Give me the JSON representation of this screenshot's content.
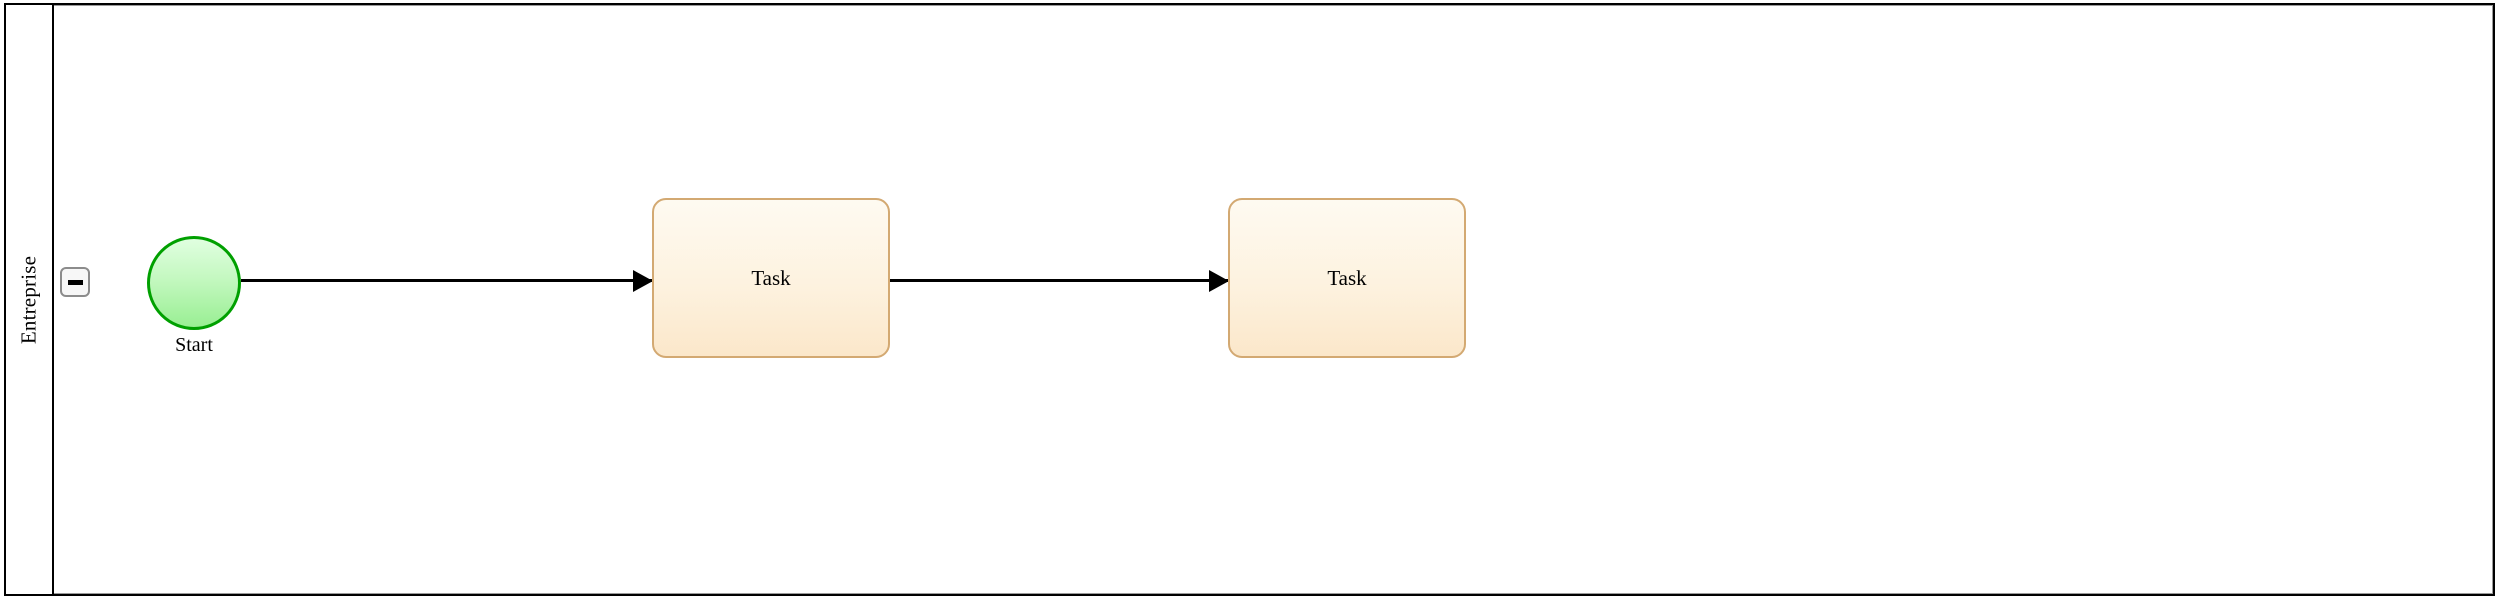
{
  "diagram": {
    "type": "bpmn-process",
    "pool": {
      "name": "Entreprise",
      "collapse_button": {
        "icon": "minus-icon",
        "state": "expanded",
        "tooltip": "Collapse"
      }
    },
    "colors": {
      "pool_border": "#000000",
      "lane_border": "#9a9a9a",
      "start_event_border": "#00a000",
      "start_event_fill_top": "#e0ffe0",
      "start_event_fill_bottom": "#99ef93",
      "task_border": "#d3a972",
      "task_fill_top": "#fefaf1",
      "task_fill_bottom": "#fbe7ca",
      "flow_stroke": "#000000",
      "canvas_background": "#ffffff"
    },
    "nodes": [
      {
        "id": "start-event",
        "type": "start-event",
        "label": "Start",
        "shape": "circle"
      },
      {
        "id": "task-1",
        "type": "task",
        "label": "Task",
        "shape": "rounded-rectangle"
      },
      {
        "id": "task-2",
        "type": "task",
        "label": "Task",
        "shape": "rounded-rectangle"
      }
    ],
    "flows": [
      {
        "id": "flow-1",
        "type": "sequence-flow",
        "source": "start-event",
        "target": "task-1",
        "label": ""
      },
      {
        "id": "flow-2",
        "type": "sequence-flow",
        "source": "task-1",
        "target": "task-2",
        "label": ""
      }
    ]
  }
}
